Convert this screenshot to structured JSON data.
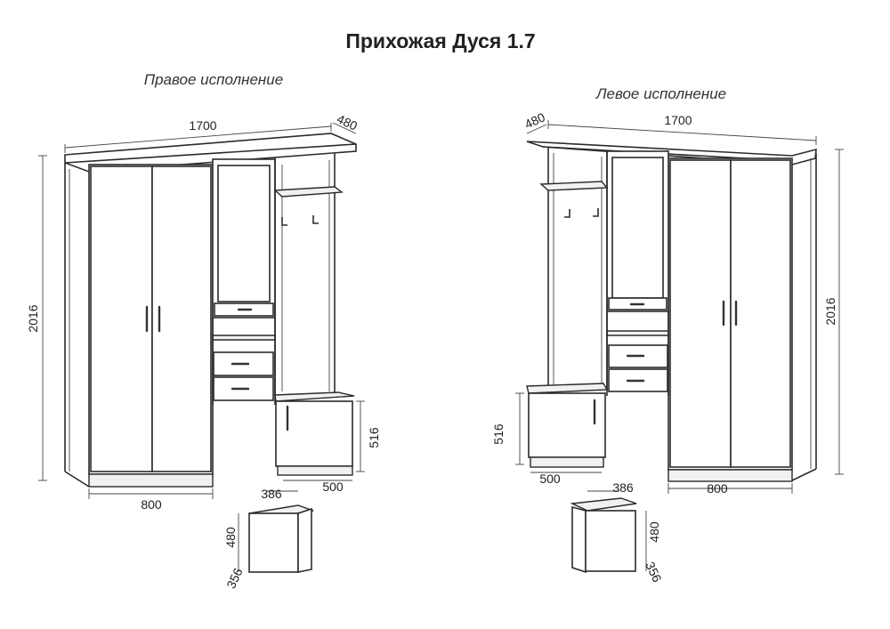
{
  "title": "Прихожая Дуся 1.7",
  "right_variant": {
    "label": "Правое исполнение",
    "width": "1700",
    "depth": "480",
    "height": "2016",
    "wardrobe_width": "800",
    "bench_width": "500",
    "bench_height": "516",
    "pouf_width": "386",
    "pouf_height": "480",
    "pouf_depth": "356"
  },
  "left_variant": {
    "label": "Левое исполнение",
    "width": "1700",
    "depth": "480",
    "height": "2016",
    "wardrobe_width": "800",
    "bench_width": "500",
    "bench_height": "516",
    "pouf_width": "386",
    "pouf_height": "480",
    "pouf_depth": "356"
  }
}
